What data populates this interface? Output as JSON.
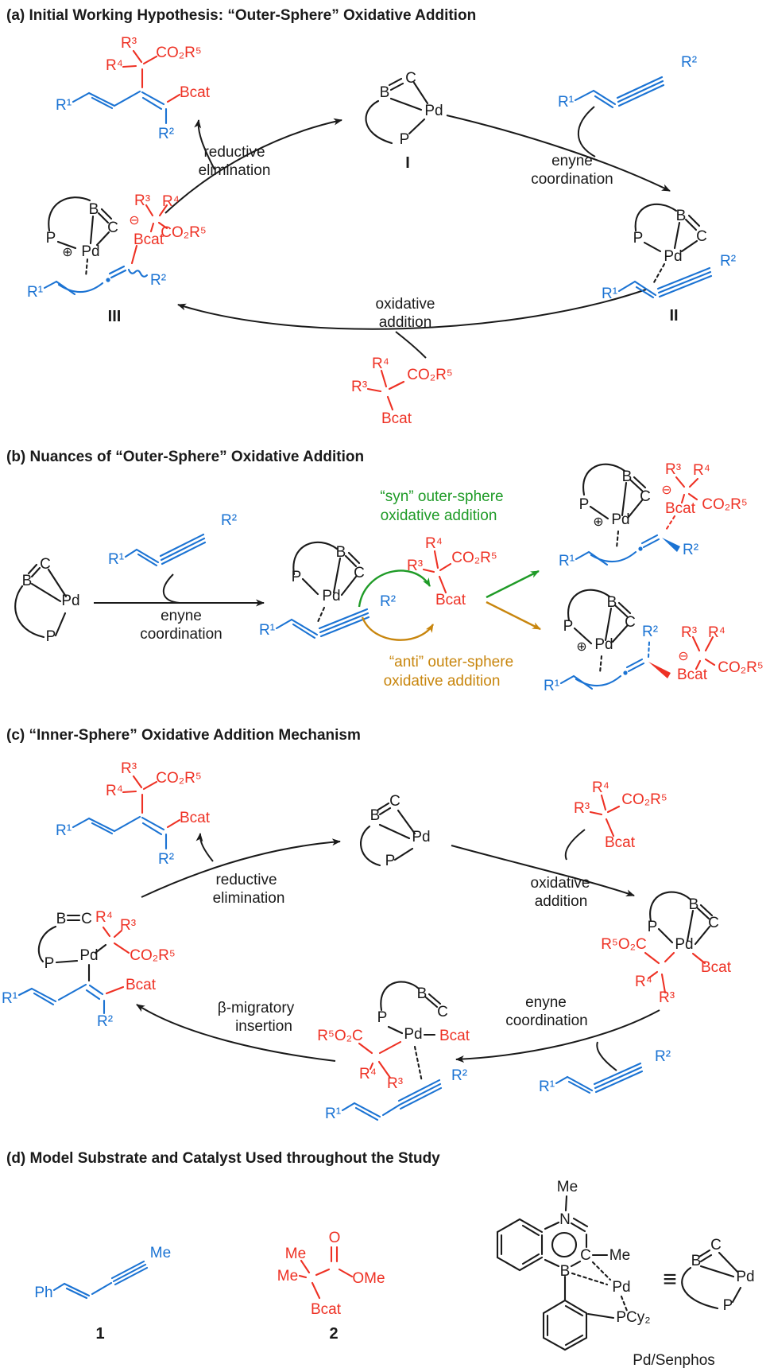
{
  "figure": "Pd-catalyzed enyne carboboration mechanism scheme",
  "colors": {
    "black": "#1a1a1a",
    "blue": "#1b73d3",
    "red": "#ee3124",
    "green": "#1f9b27",
    "orange": "#c8860e",
    "background": "#ffffff"
  },
  "sym": {
    "B": "B",
    "C": "C",
    "Pd": "Pd",
    "P": "P",
    "N": "N",
    "O": "O",
    "R1": "R¹",
    "R2": "R²",
    "R3": "R³",
    "R4": "R⁴",
    "CO2R5": "CO₂R⁵",
    "R5O2C": "R⁵O₂C",
    "Bcat": "Bcat",
    "Me": "Me",
    "OMe": "OMe",
    "Ph": "Ph",
    "PCy2": "PCy₂",
    "plus": "⊕",
    "minus": "⊖",
    "equiv": "≡",
    "dot": "•"
  },
  "panel_a": {
    "title": "(a) Initial Working Hypothesis: “Outer-Sphere” Oxidative Addition",
    "intermediates": {
      "I": "I",
      "II": "II",
      "III": "III"
    },
    "steps": {
      "reductive": "reductive",
      "elimination": "elimination",
      "enyne": "enyne",
      "coordination": "coordination",
      "oxidative": "oxidative",
      "addition": "addition"
    }
  },
  "panel_b": {
    "title": "(b) Nuances of “Outer-Sphere” Oxidative Addition",
    "steps": {
      "enyne": "enyne",
      "coordination": "coordination"
    },
    "syn_line1": "“syn” outer-sphere",
    "syn_line2": "oxidative addition",
    "anti_line1": "“anti” outer-sphere",
    "anti_line2": "oxidative addition"
  },
  "panel_c": {
    "title": "(c) “Inner-Sphere” Oxidative Addition Mechanism",
    "steps": {
      "reductive": "reductive",
      "elimination": "elimination",
      "oxidative": "oxidative",
      "addition": "addition",
      "enyne": "enyne",
      "coordination": "coordination",
      "beta1": "β-migratory",
      "beta2": "insertion"
    }
  },
  "panel_d": {
    "title": "(d) Model Substrate and Catalyst Used throughout the Study",
    "compound1_label": "1",
    "compound2_label": "2",
    "catalyst_label": "Pd/Senphos"
  }
}
